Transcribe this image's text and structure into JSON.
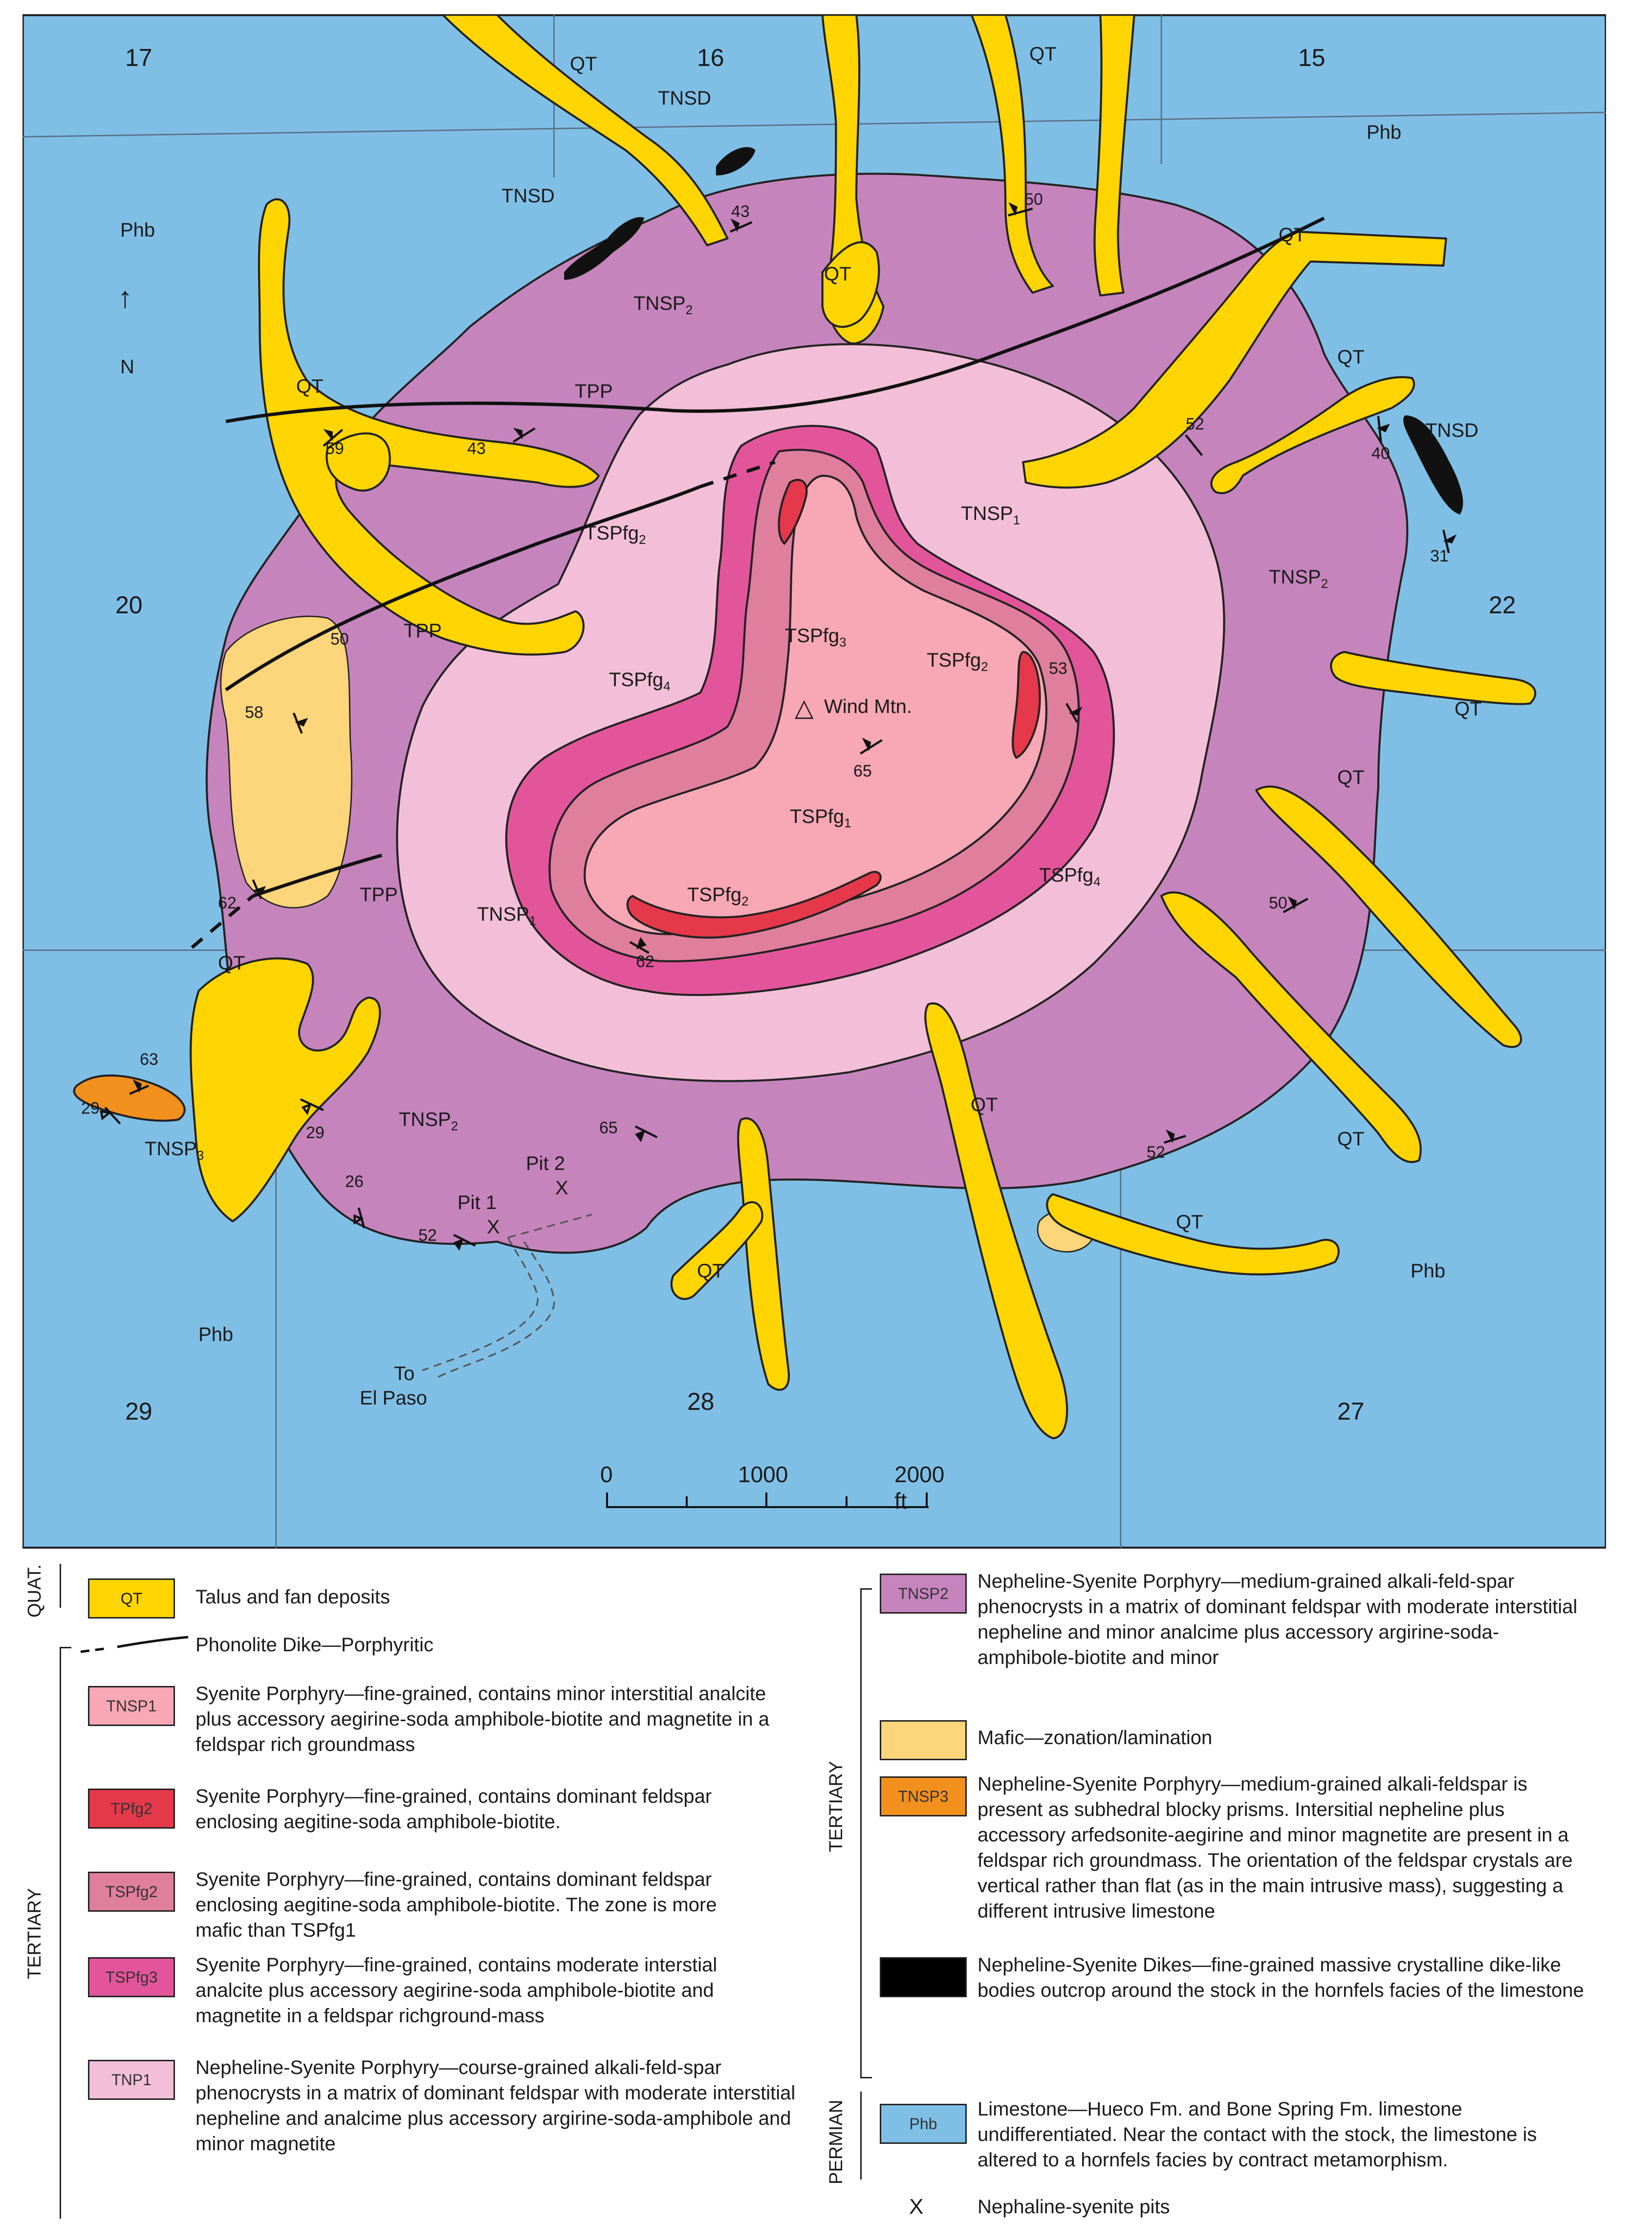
{
  "map": {
    "sections": [
      "17",
      "16",
      "15",
      "20",
      "22",
      "29",
      "28",
      "27"
    ],
    "north_label": "N",
    "peak_label": "Wind Mtn.",
    "units_on_map": {
      "qt": "QT",
      "tnsd": "TNSD",
      "phb": "Phb",
      "tpp": "TPP",
      "tnsp1": "TNSP",
      "tnsp2": "TNSP",
      "tnsp3": "TNSP",
      "tspfg1": "TSPfg",
      "tspfg2": "TSPfg",
      "tspfg3": "TSPfg",
      "tspfg4": "TSPfg",
      "sub1": "1",
      "sub2": "2",
      "sub3": "3",
      "sub4": "4"
    },
    "dips": [
      "43",
      "50",
      "59",
      "43",
      "52",
      "40",
      "31",
      "50",
      "58",
      "65",
      "53",
      "62",
      "62",
      "50",
      "63",
      "29",
      "29",
      "65",
      "52",
      "26",
      "52"
    ],
    "pits": {
      "pit1": "Pit 1",
      "pit2": "Pit 2",
      "marker": "X"
    },
    "road_label": [
      "To",
      "El Paso"
    ],
    "scale": {
      "ticks": [
        "0",
        "1000",
        "2000 ft"
      ]
    },
    "colors": {
      "phb": "#7fbfe6",
      "tnsp2": "#c684bd",
      "tnsp1": "#f3bfd8",
      "tspfg4": "#e3559a",
      "tspfg3": "#e07e9e",
      "tspfg1": "#f8a7b5",
      "tspfg2": "#e5384a",
      "qt": "#ffd500",
      "mafic": "#fdd57a",
      "tnsp3": "#f2901d",
      "tnsd": "#111111"
    }
  },
  "legend": {
    "era_quat": "QUAT.",
    "era_tertiary_left": "TERTIARY",
    "era_tertiary_right": "TERTIARY",
    "era_permian": "PERMIAN",
    "items": [
      {
        "key": "QT",
        "text": "Talus and fan deposits",
        "color": "#ffd500"
      },
      {
        "key": "",
        "text": "Phonolite Dike—Porphyritic",
        "color": ""
      },
      {
        "key": "TNSP1",
        "text": "Syenite Porphyry—fine-grained, contains minor interstitial analcite plus accessory aegirine-soda amphibole-biotite and magnetite in a feldspar rich groundmass",
        "color": "#f8a7b5"
      },
      {
        "key": "TPfg2",
        "text": "Syenite Porphyry—fine-grained, contains dominant feldspar enclosing aegitine-soda amphibole-biotite.",
        "color": "#e5384a"
      },
      {
        "key": "TSPfg2",
        "text": "Syenite Porphyry—fine-grained, contains dominant feldspar enclosing aegitine-soda amphibole-biotite. The zone is more mafic than TSPfg1",
        "color": "#e07e9e"
      },
      {
        "key": "TSPfg3",
        "text": "Syenite Porphyry—fine-grained, contains moderate interstial analcite plus accessory aegirine-soda amphibole-biotite and magnetite in a feldspar richground-mass",
        "color": "#e3559a"
      },
      {
        "key": "TNP1",
        "text": "Nepheline-Syenite Porphyry—course-grained alkali-feld-spar phenocrysts in a matrix of dominant feldspar with moderate interstitial nepheline and analcime plus accessory argirine-soda-amphibole and minor magnetite",
        "color": "#f3bfd8"
      },
      {
        "key": "TNSP2",
        "text": "Nepheline-Syenite Porphyry—medium-grained alkali-feld-spar phenocrysts in a matrix of dominant feldspar with moderate interstitial nepheline and minor analcime plus accessory argirine-soda-amphibole-biotite and minor",
        "color": "#c684bd"
      },
      {
        "key": "",
        "text": "Mafic—zonation/lamination",
        "color": "#fdd57a"
      },
      {
        "key": "TNSP3",
        "text": "Nepheline-Syenite Porphyry—medium-grained alkali-feldspar is present as subhedral blocky prisms. Intersitial nepheline plus accessory arfedsonite-aegirine and minor magnetite are present in a feldspar rich groundmass. The orientation of the feldspar crystals are vertical rather than flat (as in the main intrusive mass), suggesting a different intrusive limestone",
        "color": "#f2901d"
      },
      {
        "key": "",
        "text": "Nepheline-Syenite Dikes—fine-grained massive crystalline dike-like bodies outcrop around the stock in the hornfels facies of the limestone",
        "color": "#000000"
      },
      {
        "key": "Phb",
        "text": "Limestone—Hueco Fm. and Bone Spring Fm. limestone undifferentiated. Near the contact with the stock, the limestone is altered to a hornfels facies by contract metamorphism.",
        "color": "#7fbfe6"
      },
      {
        "key": "X",
        "text": "Nephaline-syenite pits",
        "color": ""
      }
    ]
  }
}
